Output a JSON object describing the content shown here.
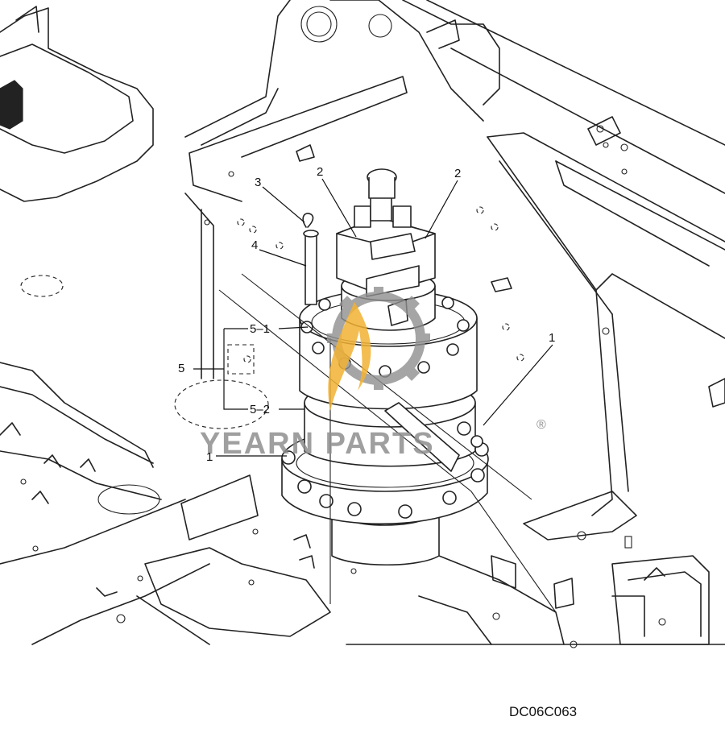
{
  "diagram": {
    "drawing_code": "DC06C063",
    "callouts": [
      {
        "id": "c-1a",
        "text": "1"
      },
      {
        "id": "c-1b",
        "text": "1"
      },
      {
        "id": "c-2a",
        "text": "2"
      },
      {
        "id": "c-2b",
        "text": "2"
      },
      {
        "id": "c-3",
        "text": "3"
      },
      {
        "id": "c-4",
        "text": "4"
      },
      {
        "id": "c-5",
        "text": "5"
      },
      {
        "id": "c-5-1",
        "text": "5–1"
      },
      {
        "id": "c-5-2",
        "text": "5–2"
      }
    ]
  },
  "watermark": {
    "brand": "YEARN PARTS",
    "registered_mark": "®",
    "colors": {
      "gear": "#8f8f8f",
      "flame": "#f2b233"
    }
  }
}
